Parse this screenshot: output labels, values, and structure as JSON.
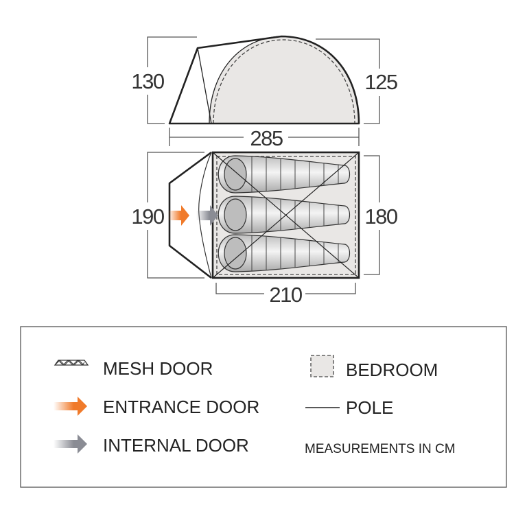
{
  "dimensions": {
    "front_height": "130",
    "rear_height": "125",
    "total_length": "285",
    "total_width": "190",
    "bedroom_width": "180",
    "bedroom_length": "210"
  },
  "legend": {
    "mesh_door": "MESH DOOR",
    "entrance_door": "ENTRANCE DOOR",
    "internal_door": "INTERNAL DOOR",
    "bedroom": "BEDROOM",
    "pole": "POLE",
    "note": "MEASUREMENTS IN CM"
  },
  "colors": {
    "entrance": "#f07a2a",
    "internal": "#8a8c94",
    "bedroom_fill": "#e9e7e5",
    "outline": "#222222"
  }
}
